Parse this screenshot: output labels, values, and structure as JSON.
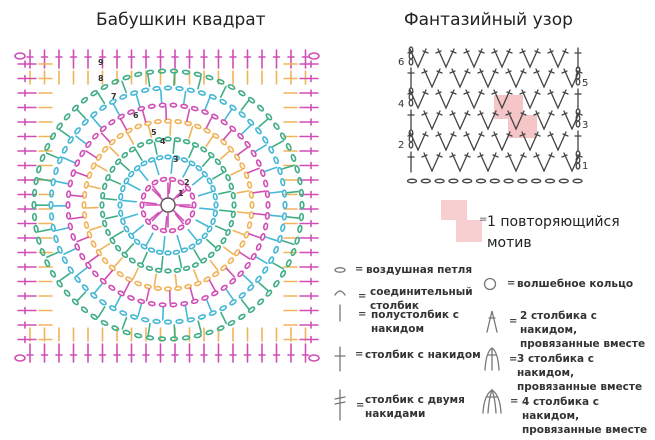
{
  "titles": {
    "granny_square": "Бабушкин квадрат",
    "fancy_pattern": "Фантазийный узор"
  },
  "granny_square": {
    "round_labels": [
      "1",
      "2",
      "3",
      "4",
      "5",
      "6",
      "7",
      "8",
      "9"
    ],
    "colors": {
      "magenta": "#d14fb5",
      "cyan": "#45b8d6",
      "green": "#3fae86",
      "orange": "#f0b45a"
    }
  },
  "fancy_pattern": {
    "row_labels_left": [
      "6",
      "4",
      "2"
    ],
    "row_labels_right": [
      "5",
      "3",
      "1"
    ],
    "motif_color": "#f5c6c8",
    "motif_legend": {
      "equals": "=",
      "text_line1": "1 повторяющийся",
      "text_line2": "мотив"
    }
  },
  "legend": {
    "left": [
      {
        "icon": "chain-stitch-icon",
        "equals": "=",
        "text": "воздушная петля"
      },
      {
        "icon": "slip-stitch-icon",
        "equals": "=",
        "text": "соединительный столбик"
      },
      {
        "icon": "half-double-crochet-icon",
        "equals": "=",
        "text": "полустолбик с накидом"
      },
      {
        "icon": "double-crochet-icon",
        "equals": "=",
        "text": "столбик с накидом"
      },
      {
        "icon": "treble-crochet-icon",
        "equals": "=",
        "text": "столбик с двумя накидами"
      }
    ],
    "right": [
      {
        "icon": "magic-ring-icon",
        "equals": "=",
        "text": "волшебное кольцо"
      },
      {
        "icon": "dc2tog-icon",
        "equals": "=",
        "text": "2 столбика с накидом, провязанные вместе"
      },
      {
        "icon": "dc3tog-icon",
        "equals": "=",
        "text": "3 столбика с накидом, провязанные вместе"
      },
      {
        "icon": "dc4tog-icon",
        "equals": "=",
        "text": "4 столбика с накидом, провязанные вместе"
      }
    ]
  }
}
